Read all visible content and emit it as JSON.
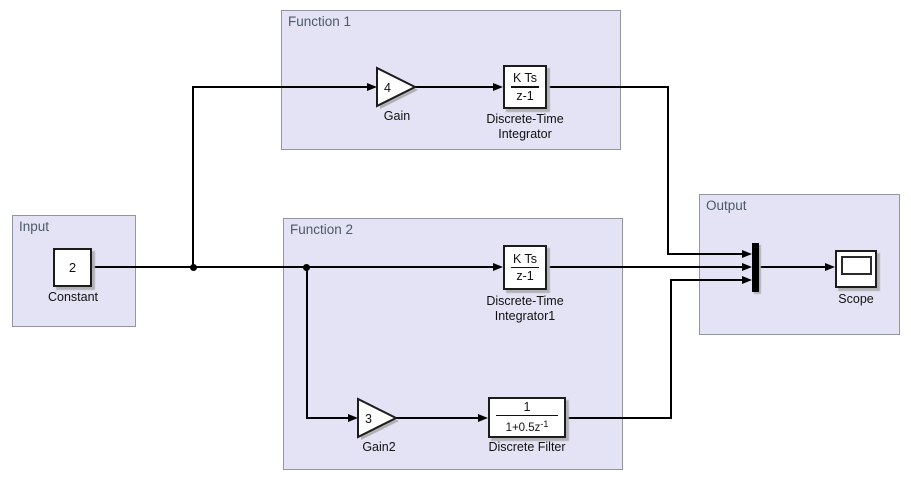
{
  "diagram": {
    "type": "simulink-block-diagram",
    "background_color": "#ffffff",
    "area_fill_color": "#e3e3f5",
    "area_border_color": "#9295a2",
    "area_label_color": "#4c5a68",
    "wire_color": "#000000",
    "block_fill_color": "#ffffff",
    "block_border_color": "#1c1c1c",
    "shadow_color": "#b0b0b5"
  },
  "areas": {
    "function1": {
      "label": "Function 1"
    },
    "input": {
      "label": "Input"
    },
    "function2": {
      "label": "Function 2"
    },
    "output": {
      "label": "Output"
    }
  },
  "blocks": {
    "constant": {
      "value": "2",
      "label": "Constant"
    },
    "gain": {
      "value": "4",
      "label": "Gain"
    },
    "integrator": {
      "numerator": "K Ts",
      "denominator": "z-1",
      "label_line1": "Discrete-Time",
      "label_line2": "Integrator"
    },
    "integrator1": {
      "numerator": "K Ts",
      "denominator": "z-1",
      "label_line1": "Discrete-Time",
      "label_line2": "Integrator1"
    },
    "gain2": {
      "value": "3",
      "label": "Gain2"
    },
    "filter": {
      "numerator": "1",
      "denominator_base": "1+0.5z",
      "denominator_exponent": "-1",
      "label": "Discrete Filter"
    },
    "mux": {
      "icon": "mux-bar-icon",
      "inputs": 3
    },
    "scope": {
      "label": "Scope",
      "icon": "scope-display-icon"
    }
  },
  "connections": [
    "Constant -> Gain",
    "Constant -> Discrete-Time Integrator1",
    "Constant -> Gain2",
    "Gain -> Discrete-Time Integrator",
    "Discrete-Time Integrator -> Mux:1",
    "Discrete-Time Integrator1 -> Mux:2",
    "Gain2 -> Discrete Filter",
    "Discrete Filter -> Mux:3",
    "Mux -> Scope"
  ]
}
